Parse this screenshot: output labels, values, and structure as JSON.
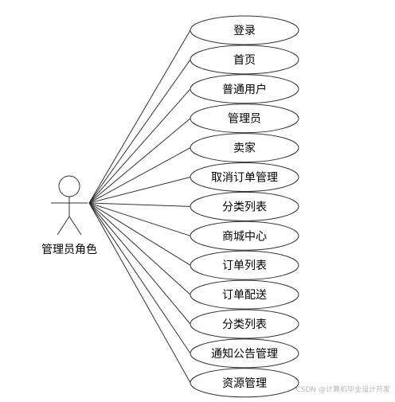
{
  "diagram": {
    "type": "use-case",
    "actor": {
      "name": "管理员角色"
    },
    "use_cases": [
      {
        "label": "登录"
      },
      {
        "label": "首页"
      },
      {
        "label": "普通用户"
      },
      {
        "label": "管理员"
      },
      {
        "label": "卖家"
      },
      {
        "label": "取消订单管理"
      },
      {
        "label": "分类列表"
      },
      {
        "label": "商城中心"
      },
      {
        "label": "订单列表"
      },
      {
        "label": "订单配送"
      },
      {
        "label": "分类列表"
      },
      {
        "label": "通知公告管理"
      },
      {
        "label": "资源管理"
      }
    ]
  },
  "watermark": "CSDN @计算机毕业设计开发"
}
